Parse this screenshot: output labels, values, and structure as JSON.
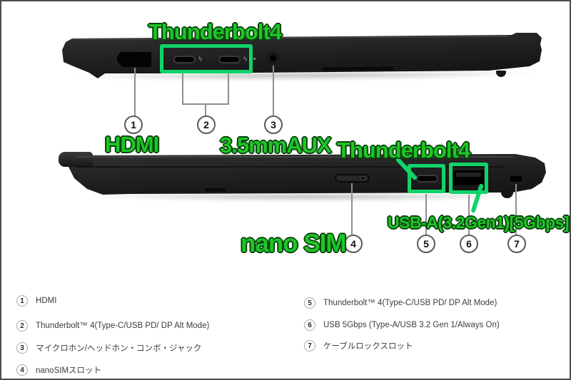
{
  "colors": {
    "highlight_green": "#10D469",
    "label_green": "#1FC527"
  },
  "icons": {
    "thunderbolt_glyph": "ϟ"
  },
  "annotations": {
    "thunderbolt_top": "Thunderbolt4",
    "hdmi": "HDMI",
    "aux_35mm": "3.5mmAUX",
    "thunderbolt_bottom": "Thunderbolt4",
    "nano_sim": "nano SIM",
    "usb_a": "USB-A(3.2Gen1)[5Gbps]"
  },
  "callouts": [
    "1",
    "2",
    "3",
    "4",
    "5",
    "6",
    "7"
  ],
  "legend": {
    "items": [
      {
        "num": "1",
        "label": "HDMI"
      },
      {
        "num": "2",
        "label": "Thunderbolt™ 4(Type-C/USB PD/ DP Alt Mode)"
      },
      {
        "num": "3",
        "label": "マイクロホン/ヘッドホン・コンボ・ジャック"
      },
      {
        "num": "4",
        "label": "nanoSIMスロット"
      },
      {
        "num": "5",
        "label": "Thunderbolt™ 4(Type-C/USB PD/ DP Alt Mode)"
      },
      {
        "num": "6",
        "label": "USB 5Gbps (Type-A/USB 3.2 Gen 1/Always On)"
      },
      {
        "num": "7",
        "label": "ケーブルロックスロット"
      }
    ]
  }
}
